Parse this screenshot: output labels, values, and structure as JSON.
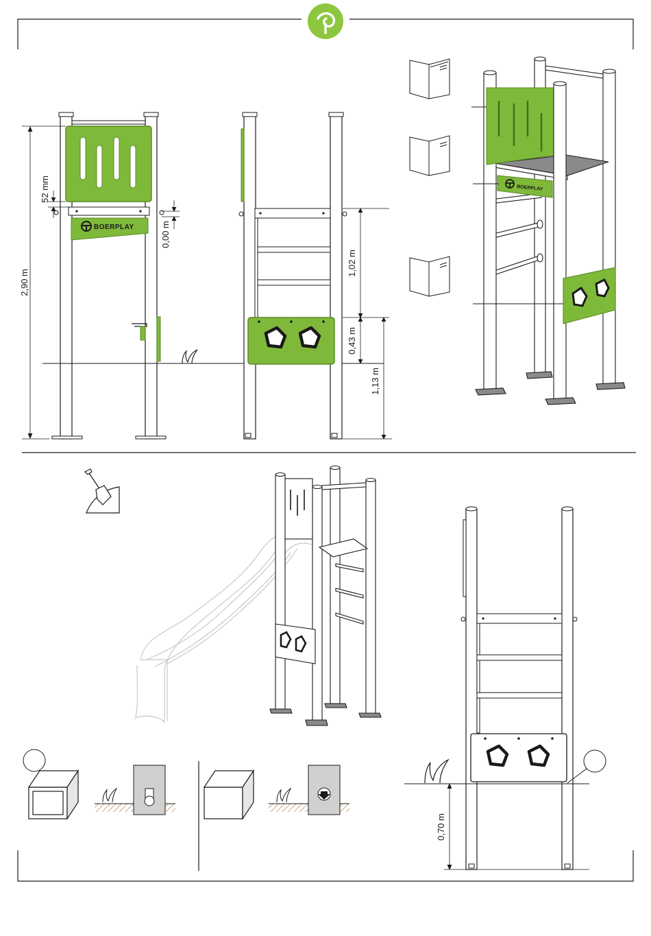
{
  "colors": {
    "accent": "#8dc63f",
    "accent_dark": "#5e8d2a",
    "panel_green": "#7fb93a",
    "panel_green_dark": "#5c8a27",
    "post": "#ffffff",
    "line": "#1a1a1a",
    "deck": "#8a8a8a",
    "grey_soft": "#d0d0d0",
    "soil": "#b8895a"
  },
  "logo": {
    "icon": "tree-leaf-icon"
  },
  "brand": {
    "sign_text": "BOERPLAY"
  },
  "dimensions": {
    "total_height": "2,90 m",
    "panel_gap": "52 mm",
    "sign_offset": "0,00 m",
    "ladder_height": "1,02 m",
    "climb_panel_height": "0,43 m",
    "deck_height": "1,13 m",
    "anchor_depth": "0,70 m"
  },
  "icons": {
    "manual": "open-book-icon",
    "shovel": "shovel-icon",
    "grass": "grass-icon",
    "hollow_post": "hollow-square-post-icon",
    "solid_post": "solid-square-post-icon"
  }
}
